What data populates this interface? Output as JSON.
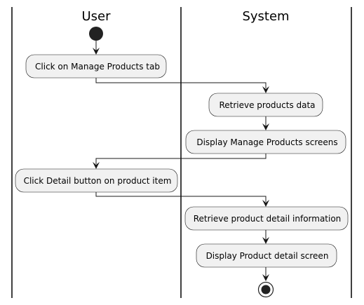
{
  "lanes": {
    "user": "User",
    "system": "System"
  },
  "steps": {
    "click_manage_products": "Click on Manage Products tab",
    "retrieve_products": "Retrieve products data",
    "display_manage_products": "Display Manage Products screens",
    "click_detail_button": "Click Detail button on product item",
    "retrieve_product_detail": "Retrieve product detail information",
    "display_product_detail": "Display Product detail screen"
  },
  "colors": {
    "node_fill": "#F1F1F1",
    "node_stroke": "#181818",
    "start_fill": "#222222"
  }
}
